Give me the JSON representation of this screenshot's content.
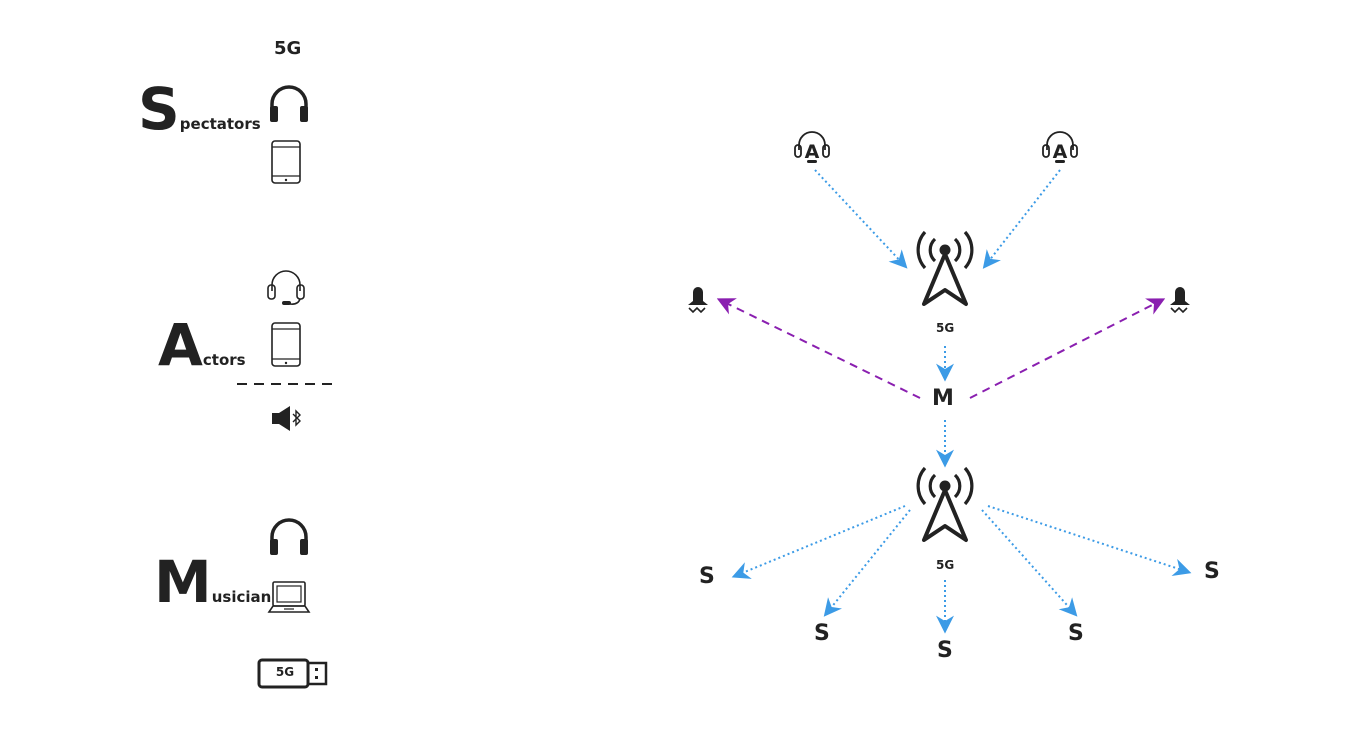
{
  "legend": {
    "network_label": "5G",
    "spectators": {
      "initial": "S",
      "rest": "pectators",
      "icons": [
        "headphones-icon",
        "smartphone-icon"
      ]
    },
    "actors": {
      "initial": "A",
      "rest": "ctors",
      "icons": [
        "headset-icon",
        "smartphone-icon",
        "bluetooth-speaker-icon"
      ]
    },
    "musician": {
      "initial": "M",
      "rest": "usician",
      "icons": [
        "headphones-icon",
        "laptop-icon",
        "5g-usb-dongle-icon"
      ]
    },
    "dongle_label": "5G"
  },
  "diagram": {
    "upper_tower_label": "5G",
    "lower_tower_label": "5G",
    "musician_node": "M",
    "spectator_nodes": [
      "S",
      "S",
      "S",
      "S",
      "S"
    ],
    "actor_icons": [
      "headset-a-icon",
      "headset-a-icon"
    ],
    "speaker_icons": [
      "speaker-icon",
      "speaker-icon"
    ],
    "colors": {
      "stream": "#3c9be6",
      "speaker_link": "#8a1fb0",
      "ink": "#222222"
    }
  }
}
